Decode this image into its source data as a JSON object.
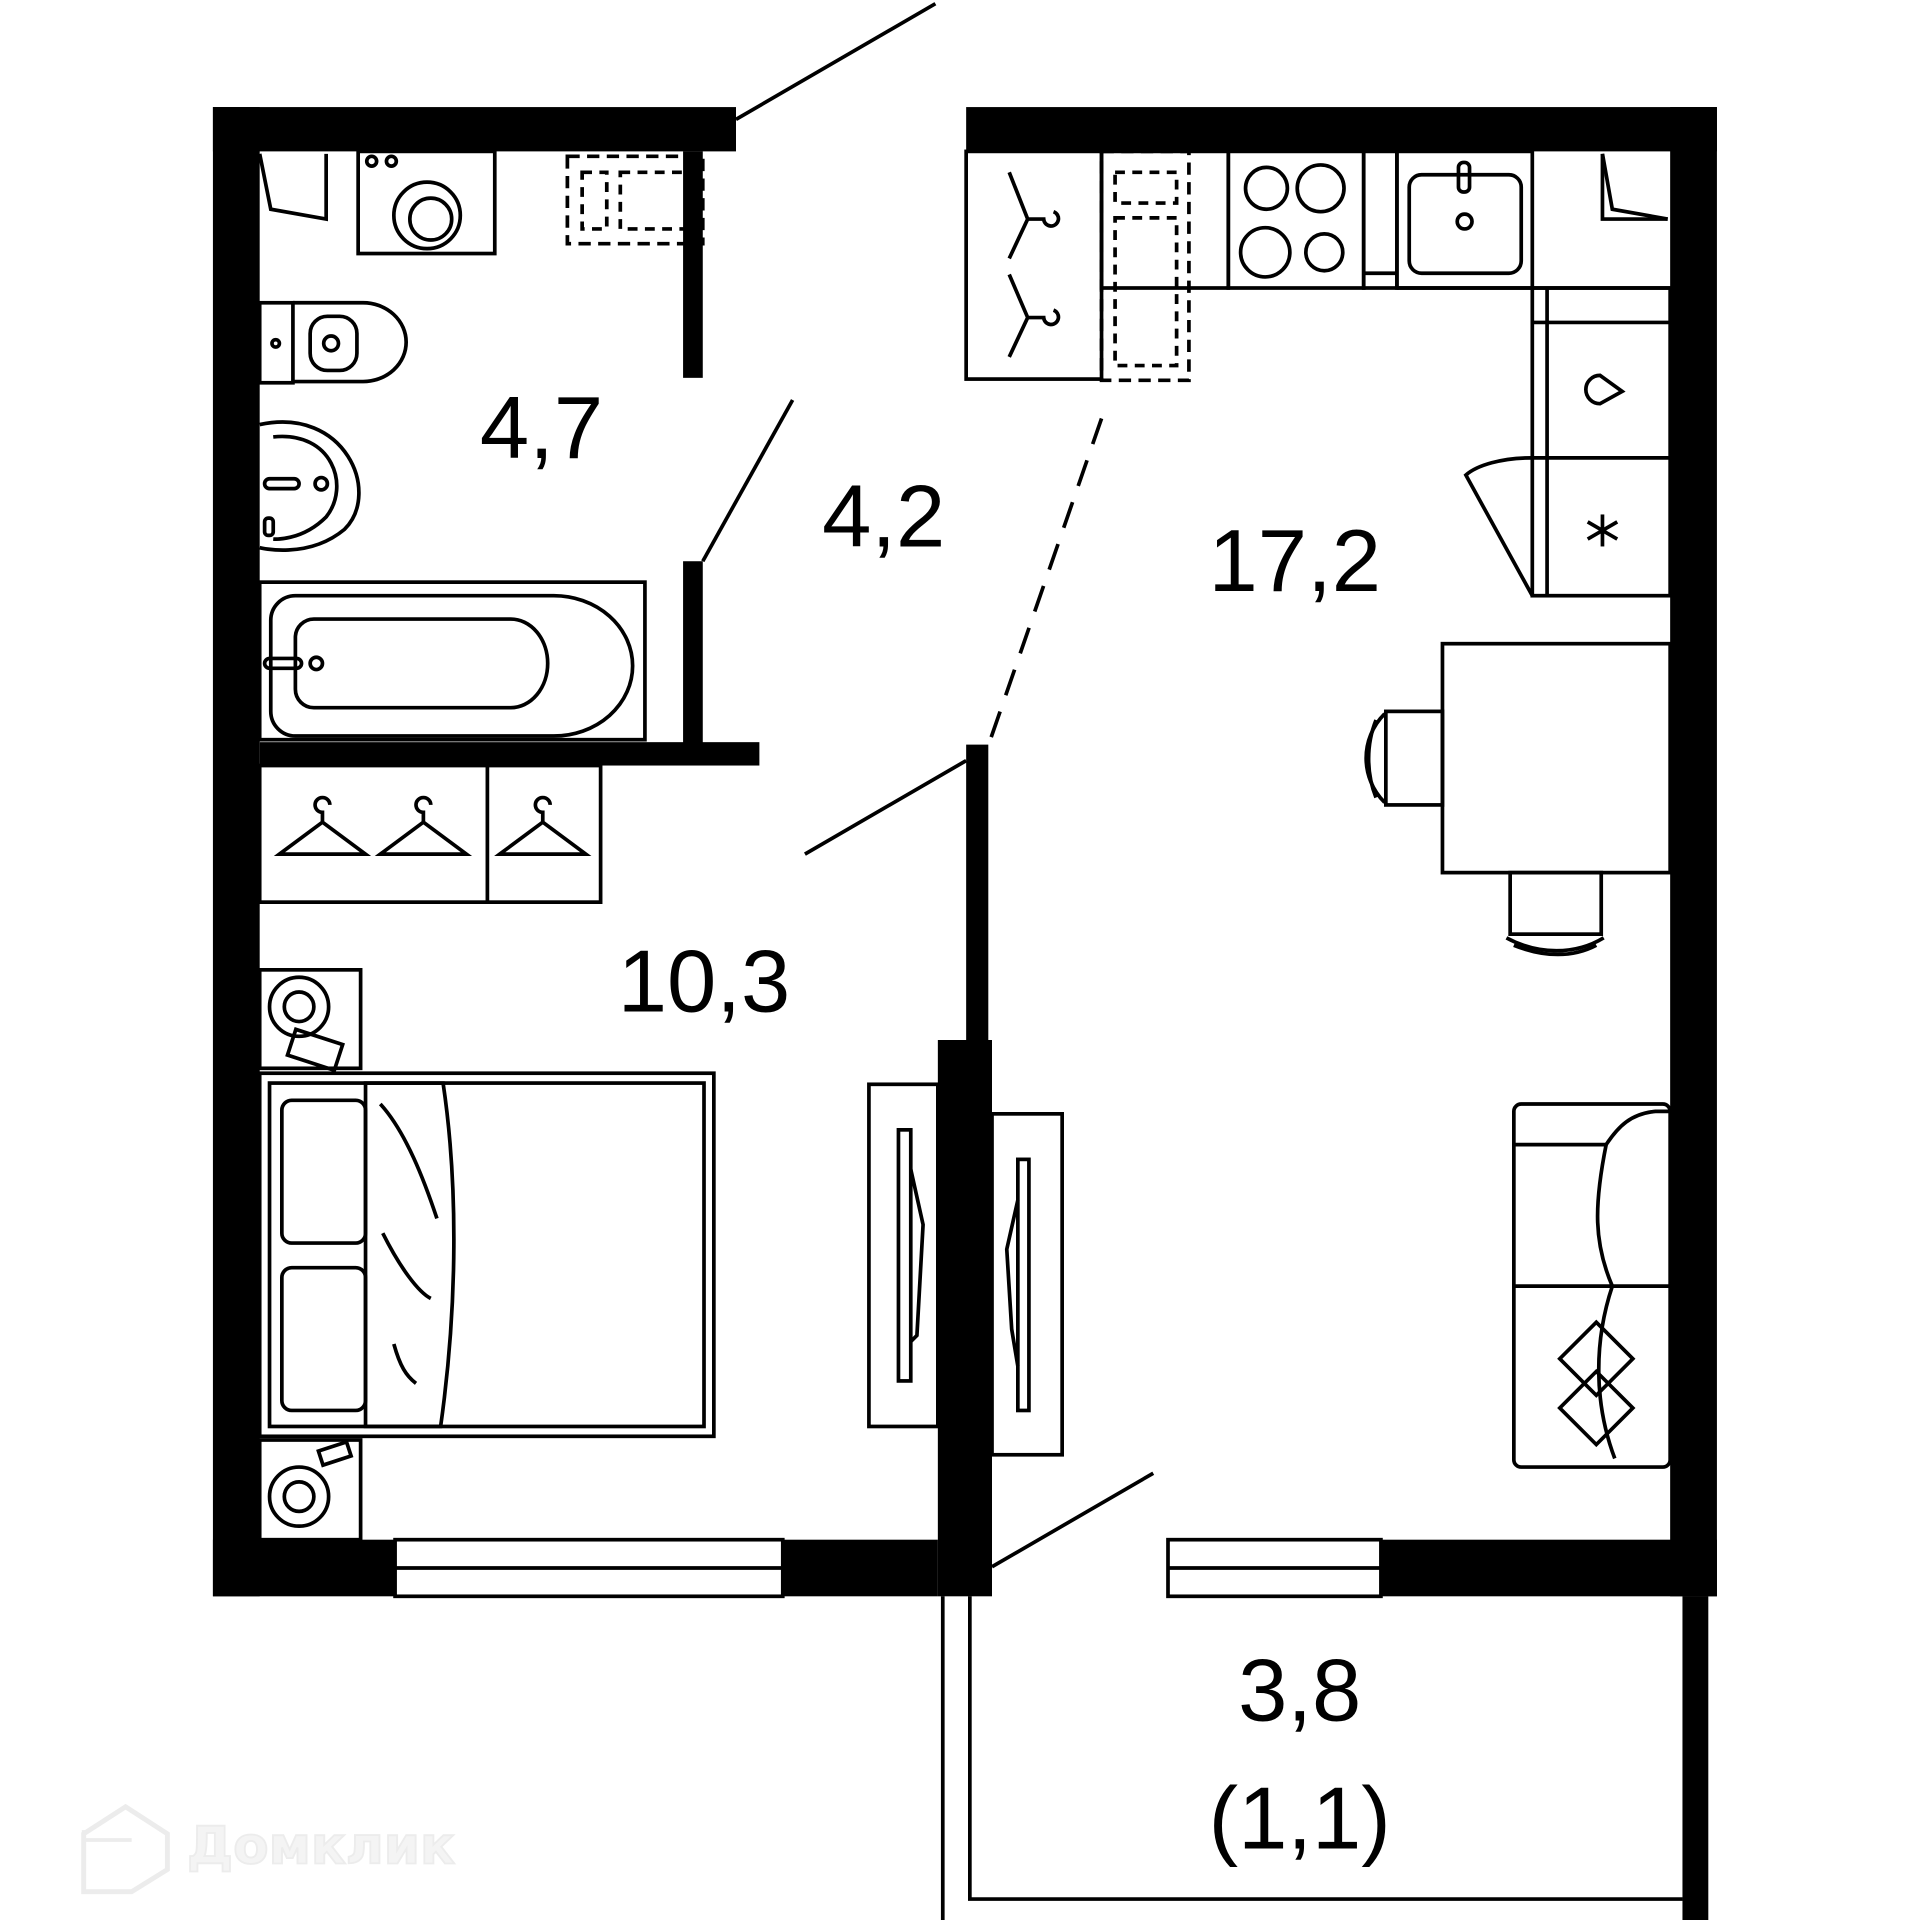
{
  "plan": {
    "rooms": [
      {
        "id": "bathroom",
        "area": "4,7"
      },
      {
        "id": "hallway",
        "area": "4,2"
      },
      {
        "id": "kitchen-living",
        "area": "17,2"
      },
      {
        "id": "bedroom",
        "area": "10,3"
      },
      {
        "id": "balcony",
        "area": "3,8",
        "reduced_area": "(1,1)"
      }
    ],
    "colors": {
      "walls": "#000000",
      "background": "#ffffff",
      "watermark": "#f0f0f0"
    }
  },
  "watermark": {
    "text": "Домклик",
    "icon": "house-logo-icon"
  }
}
